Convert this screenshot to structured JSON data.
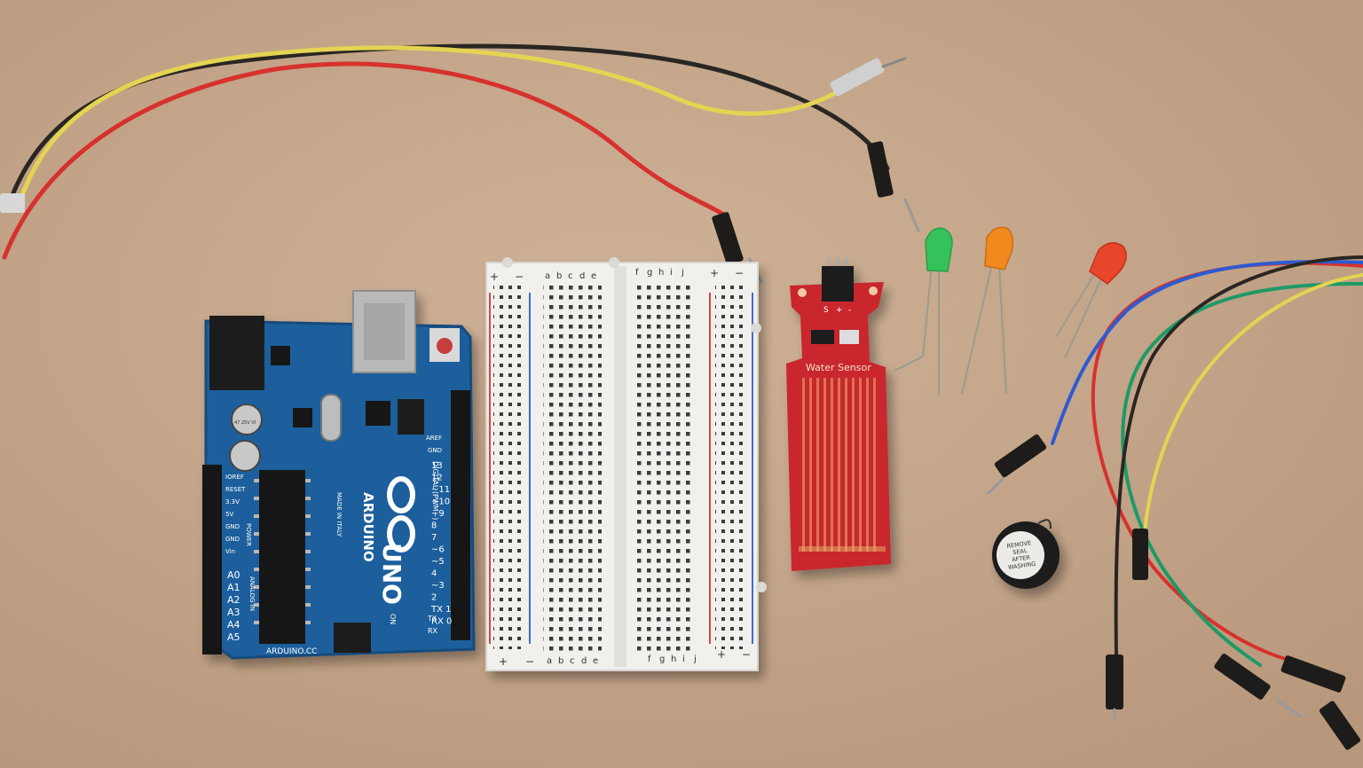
{
  "arduino": {
    "brand": "ARDUINO",
    "model": "UNO",
    "made_in": "MADE IN ITALY",
    "url": "ARDUINO.CC",
    "digital_label": "DIGITAL (PWM~)",
    "aref": "AREF",
    "gnd": "GND",
    "tx": "TX",
    "rx": "RX",
    "power_labels": [
      "IOREF",
      "RESET",
      "3.3V",
      "5V",
      "GND",
      "GND",
      "Vin"
    ],
    "power_header": "POWER",
    "analog_labels": [
      "A0",
      "A1",
      "A2",
      "A3",
      "A4",
      "A5"
    ],
    "analog_header": "ANALOG IN",
    "digital_pins": [
      "13",
      "12",
      "~11",
      "~10",
      "~9",
      "8",
      "7",
      "~6",
      "~5",
      "4",
      "~3",
      "2",
      "TX 1",
      "RX 0"
    ],
    "on_label": "ON",
    "cap_label": "47 25V VI"
  },
  "breadboard": {
    "cols_left": [
      "a",
      "b",
      "c",
      "d",
      "e"
    ],
    "cols_right": [
      "f",
      "g",
      "h",
      "i",
      "j"
    ],
    "plus": "+",
    "minus": "−"
  },
  "water_sensor": {
    "label": "Water Sensor",
    "pins": [
      "S",
      "+",
      "-"
    ]
  },
  "leds": [
    {
      "color": "green",
      "hex": "#35c25a"
    },
    {
      "color": "orange",
      "hex": "#f08a1e"
    },
    {
      "color": "red",
      "hex": "#e8452b"
    }
  ],
  "buzzer": {
    "sticker_text": [
      "REMOVE",
      "SEAL",
      "AFTER",
      "WASHING"
    ]
  },
  "wires": {
    "colors": {
      "yellow": "#e4d452",
      "black": "#2a2622",
      "red": "#d7312e",
      "blue": "#2f5ad0",
      "green": "#1d9a66"
    }
  }
}
